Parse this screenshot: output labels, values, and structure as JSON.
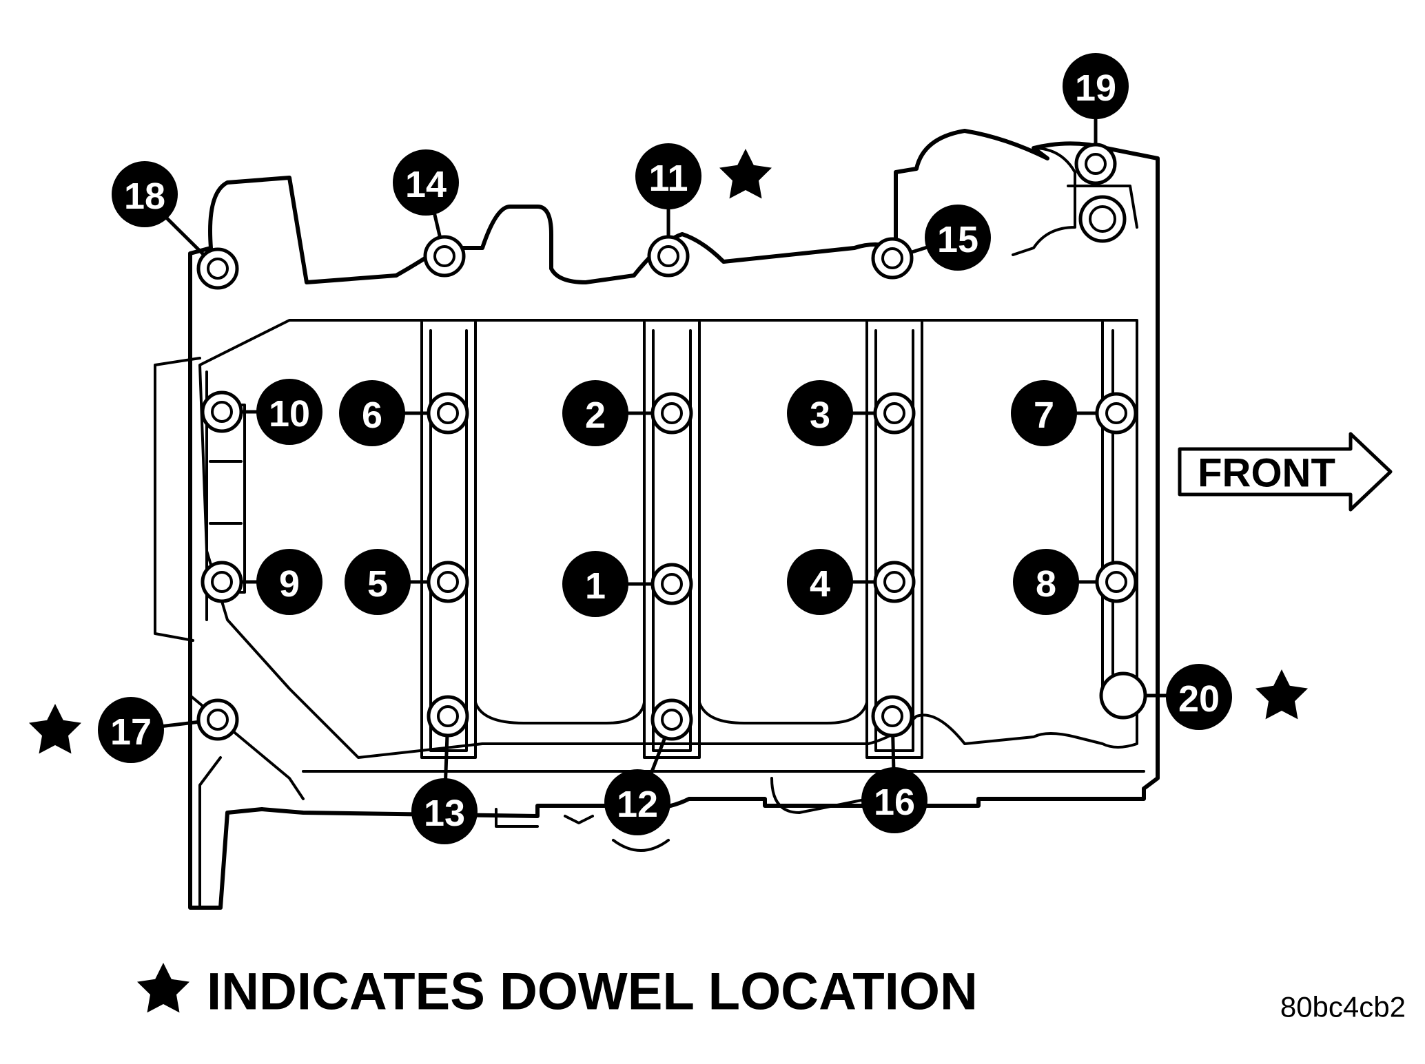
{
  "diagram": {
    "bolts": [
      {
        "label": "1",
        "dowel": false
      },
      {
        "label": "2",
        "dowel": false
      },
      {
        "label": "3",
        "dowel": false
      },
      {
        "label": "4",
        "dowel": false
      },
      {
        "label": "5",
        "dowel": false
      },
      {
        "label": "6",
        "dowel": false
      },
      {
        "label": "7",
        "dowel": false
      },
      {
        "label": "8",
        "dowel": false
      },
      {
        "label": "9",
        "dowel": false
      },
      {
        "label": "10",
        "dowel": false
      },
      {
        "label": "11",
        "dowel": true
      },
      {
        "label": "12",
        "dowel": false
      },
      {
        "label": "13",
        "dowel": false
      },
      {
        "label": "14",
        "dowel": false
      },
      {
        "label": "15",
        "dowel": false
      },
      {
        "label": "16",
        "dowel": false
      },
      {
        "label": "17",
        "dowel": true
      },
      {
        "label": "18",
        "dowel": false
      },
      {
        "label": "19",
        "dowel": false
      },
      {
        "label": "20",
        "dowel": true
      }
    ],
    "front_label": "FRONT",
    "legend": {
      "symbol": "★",
      "text": "INDICATES DOWEL LOCATION"
    },
    "figure_code": "80bc4cb2"
  }
}
